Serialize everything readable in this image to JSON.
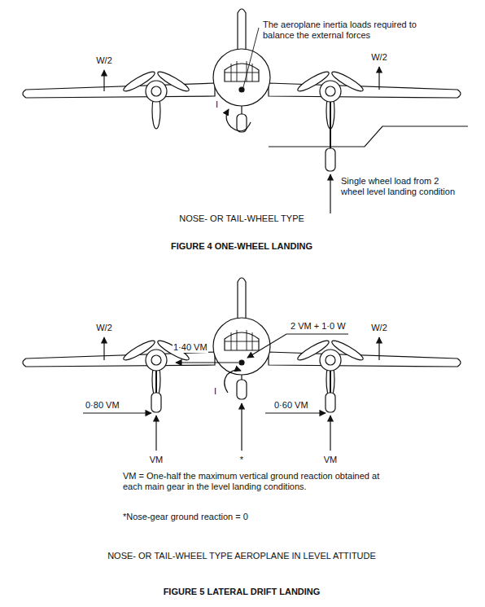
{
  "diagram": {
    "labels": [
      "W/2",
      "The aeroplane inertia loads required to balance the external forces",
      "W/2",
      "I",
      "Single wheel load from 2 wheel level landing condition",
      "NOSE- OR TAIL-WHEEL TYPE",
      "FIGURE 4 ONE-WHEEL LANDING",
      "W/2",
      "2 VM + 1·0 W",
      "W/2",
      "1·40 VM",
      "I",
      "0·80 VM",
      "0·60 VM",
      "VM",
      "*",
      "VM",
      "VM = One-half the maximum vertical ground reaction obtained at each main gear in the level landing conditions.",
      "*Nose-gear ground reaction = 0",
      "NOSE- OR TAIL-WHEEL TYPE AEROPLANE IN LEVEL ATTITUDE",
      "FIGURE 5 LATERAL DRIFT LANDING"
    ]
  }
}
